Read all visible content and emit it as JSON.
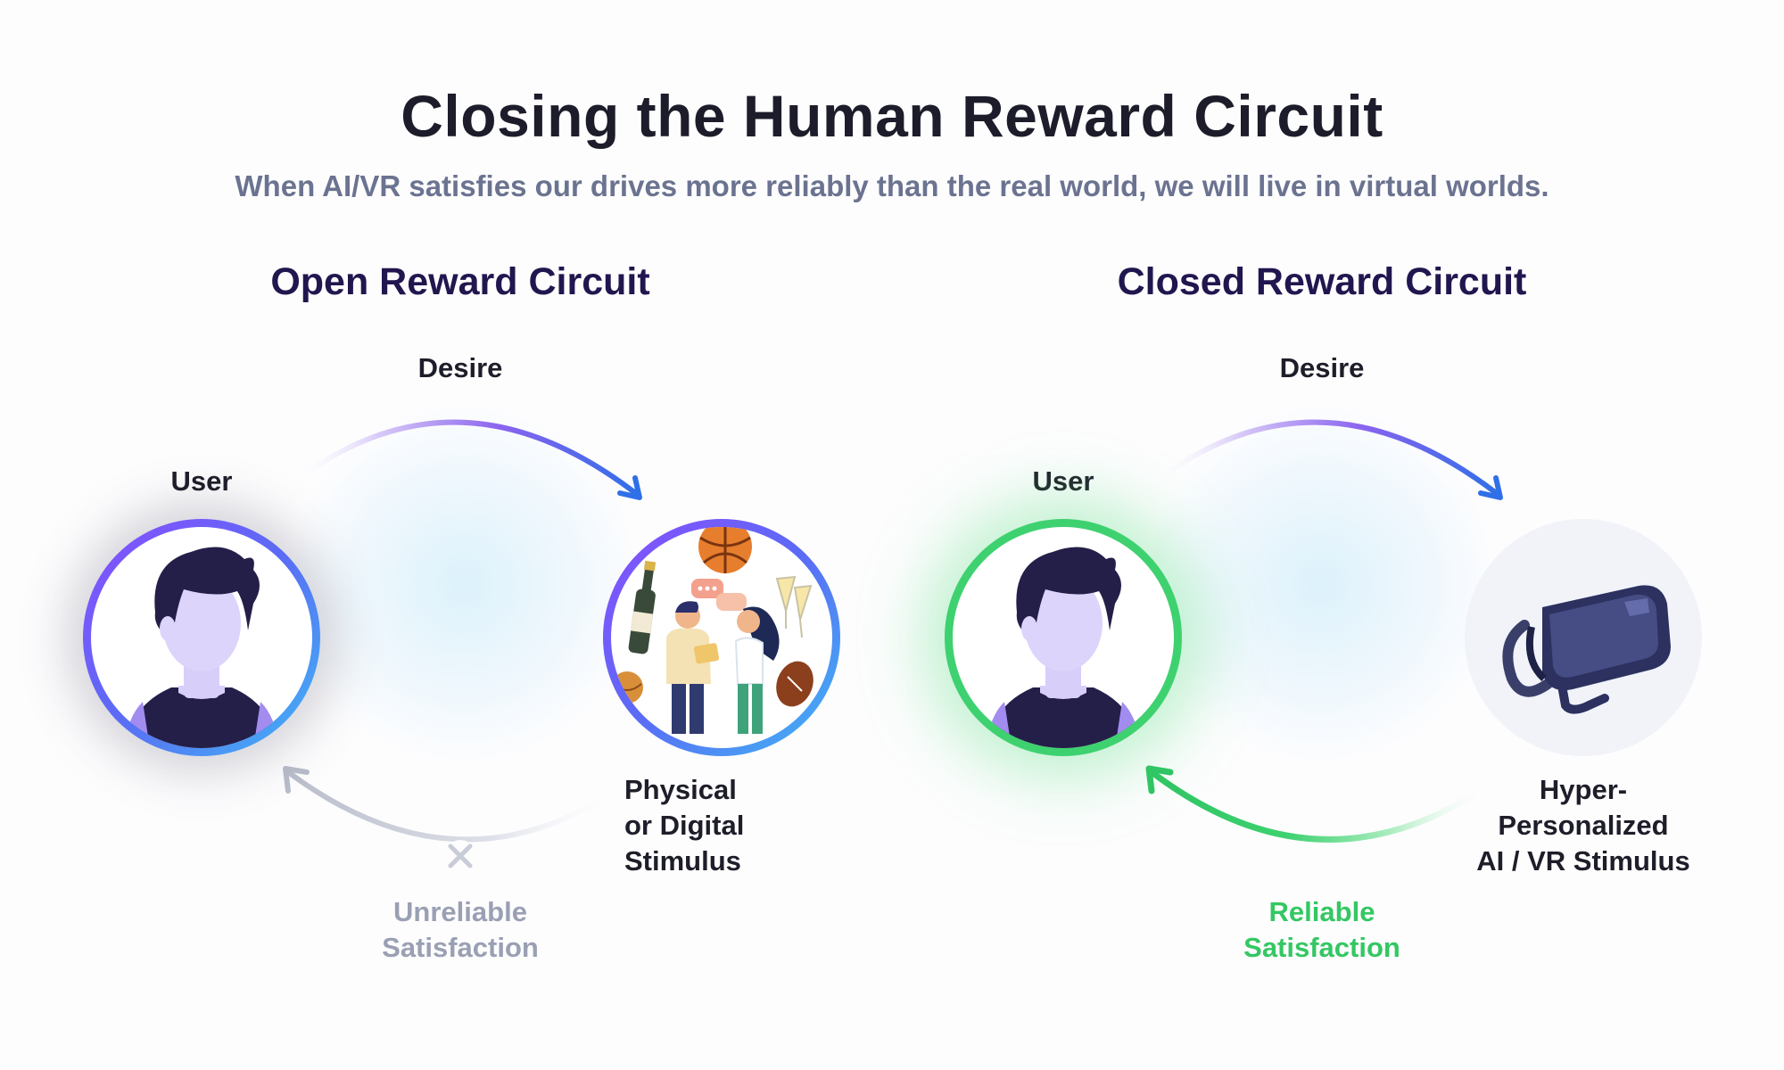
{
  "title": "Closing the Human Reward Circuit",
  "subtitle": "When AI/VR satisfies our drives more reliably than the real world, we will live in virtual worlds.",
  "panels": [
    {
      "title": "Open Reward Circuit",
      "desire": "Desire",
      "user": "User",
      "stimulus": [
        "Physical",
        "or Digital",
        "Stimulus"
      ],
      "satisfaction": [
        "Unreliable",
        "Satisfaction"
      ],
      "satisfaction_color": "#9aa0b3"
    },
    {
      "title": "Closed Reward Circuit",
      "desire": "Desire",
      "user": "User",
      "stimulus": [
        "Hyper-",
        "Personalized",
        "AI / VR Stimulus"
      ],
      "satisfaction": [
        "Reliable",
        "Satisfaction"
      ],
      "satisfaction_color": "#34c763"
    }
  ],
  "colors": {
    "title": "#1c1c2a",
    "subtitle": "#6b7390",
    "panel_title": "#22164f",
    "desire_arrow_start": "#c9b6f5",
    "desire_arrow_end": "#2f6fe8",
    "green": "#3ed170",
    "grey_arrow": "#c4c7d3"
  },
  "icons": [
    "user-avatar-icon",
    "stimulus-collage-icon",
    "vr-headset-icon",
    "broken-x-icon"
  ]
}
